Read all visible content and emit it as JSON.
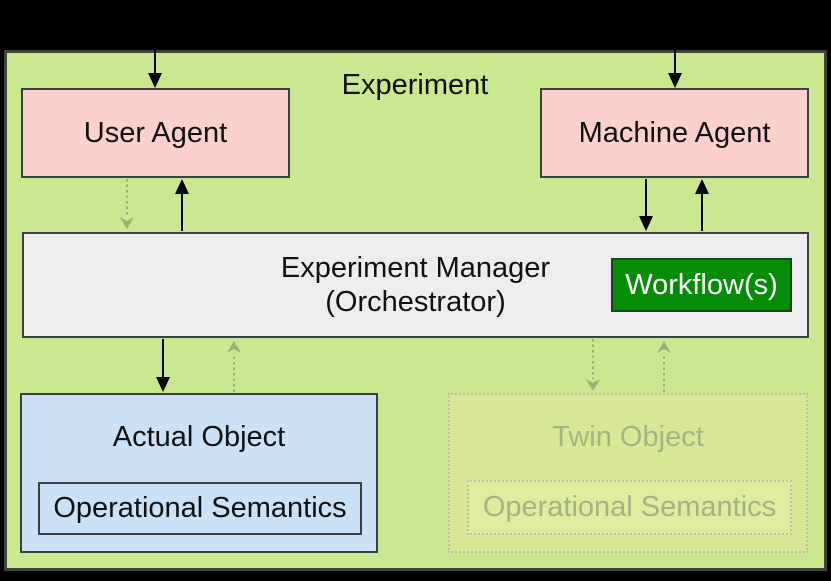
{
  "diagram": {
    "title": "Experiment",
    "nodes": {
      "user_agent": {
        "label": "User Agent"
      },
      "machine_agent": {
        "label": "Machine Agent"
      },
      "experiment_manager": {
        "line1": "Experiment Manager",
        "line2": "(Orchestrator)"
      },
      "workflow": {
        "label": "Workflow(s)"
      },
      "actual_object": {
        "label": "Actual Object",
        "semantics": {
          "label": "Operational Semantics"
        }
      },
      "twin_object": {
        "label": "Twin Object",
        "semantics": {
          "label": "Operational Semantics"
        }
      }
    }
  },
  "colors": {
    "page_bg": "#000000",
    "canvas_bg": "#cae88f",
    "canvas_border": "#3f4438",
    "node_border": "#3c4042",
    "agent_bg": "#fbd0cd",
    "manager_bg": "#ededed",
    "workflow_bg": "#078c07",
    "workflow_border": "#154815",
    "workflow_text": "#ffffff",
    "object_bg": "#cae1f8",
    "twin_bg": "#d8e897",
    "twin_inner_bg": "#e0ec9f",
    "twin_border": "#b9c2a6",
    "twin_text": "#a4b385",
    "arrow_solid": "#000000",
    "arrow_dotted": "#9dad74",
    "text": "#111111"
  }
}
